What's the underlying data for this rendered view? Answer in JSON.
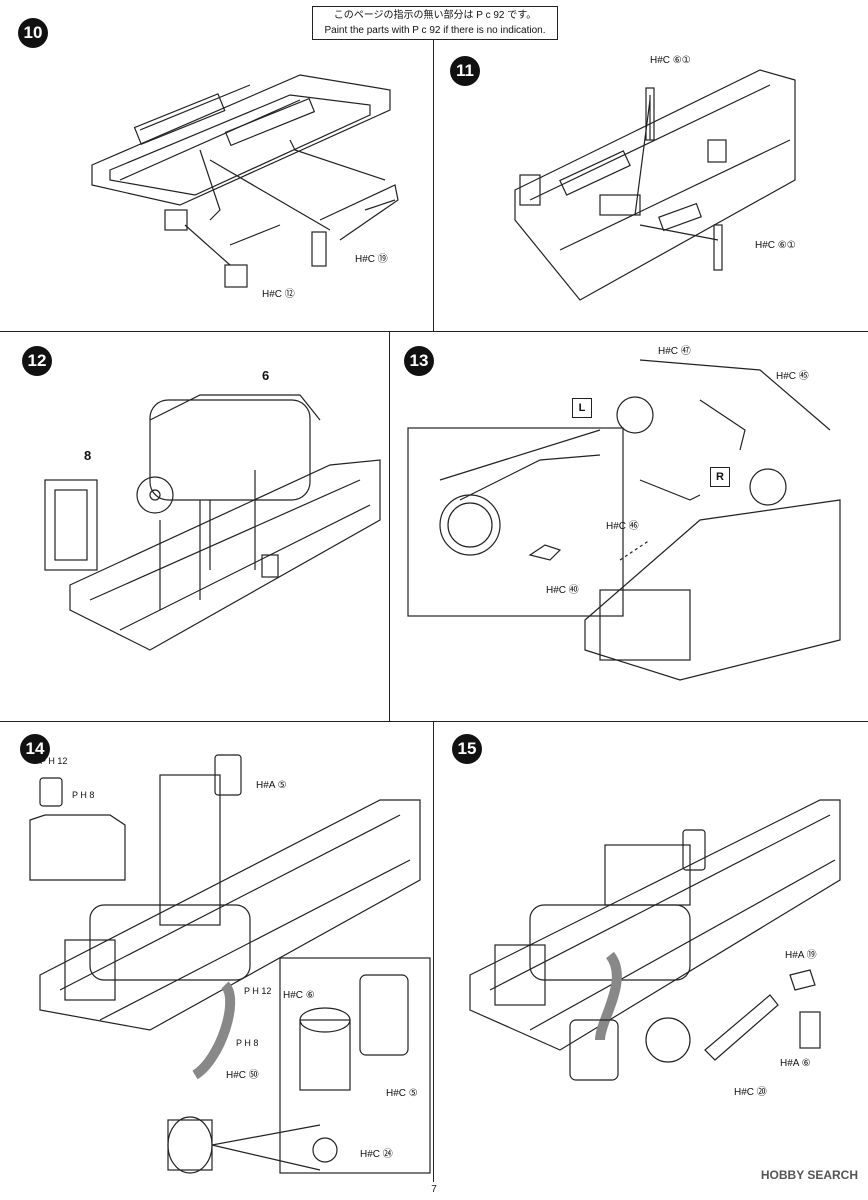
{
  "notice": {
    "line_jp": "このページの指示の無い部分は P c 92 です。",
    "line_en": "Paint the parts with P c 92 if there is no indication."
  },
  "steps": [
    {
      "number": "10",
      "labels": [
        "H#C ⑲",
        "H#C ⑫"
      ]
    },
    {
      "number": "11",
      "labels": [
        "H#C ⑥①",
        "H#C ⑥①"
      ]
    },
    {
      "number": "12",
      "labels": [
        "6",
        "8"
      ]
    },
    {
      "number": "13",
      "labels": [
        "H#C ㊼",
        "H#C ㊺",
        "H#C ㊻",
        "H#C ㊵",
        "L",
        "R"
      ]
    },
    {
      "number": "14",
      "labels": [
        "P H 12",
        "P H 8",
        "H#A ⑤",
        "P H 12",
        "P H 8",
        "H#C ⑥",
        "H#C ⑤",
        "H#C ㊿",
        "H#C ㉔"
      ]
    },
    {
      "number": "15",
      "labels": [
        "H#A ⑲",
        "H#A ⑥",
        "H#C ⑳"
      ]
    }
  ],
  "page_number": "7",
  "watermark": "HOBBY SEARCH"
}
